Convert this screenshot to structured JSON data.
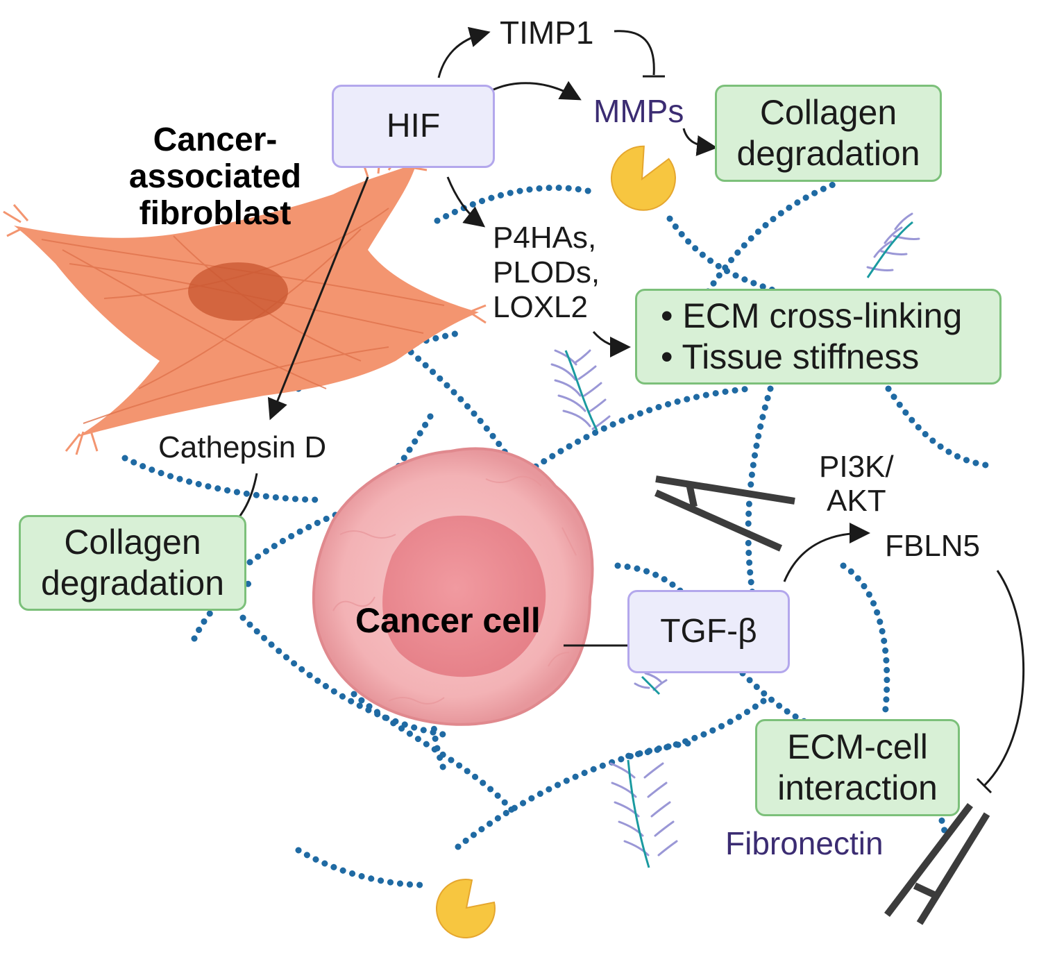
{
  "colors": {
    "collagen": "#1f6aa3",
    "fibroblast": "#f39570",
    "cancer_cell": "#f0a4a8",
    "enzyme": "#f7c640",
    "fibronectin": "#8a86cf",
    "green_box": "#d8f0d6",
    "purple_box": "#ececfb"
  },
  "labels": {
    "caf_line1": "Cancer-",
    "caf_line2": "associated",
    "caf_line3": "fibroblast",
    "timp1": "TIMP1",
    "mmps": "MMPs",
    "p4has": "P4HAs,",
    "plods": "PLODs,",
    "loxl2": "LOXL2",
    "cathepsin": "Cathepsin D",
    "cancer_cell": "Cancer cell",
    "pi3k": "PI3K/",
    "akt": "AKT",
    "fbln5": "FBLN5",
    "fibronectin": "Fibronectin"
  },
  "boxes": {
    "hif": "HIF",
    "tgf": "TGF-β",
    "collagen_top_line1": "Collagen",
    "collagen_top_line2": "degradation",
    "crosslink_line1": "• ECM cross-linking",
    "crosslink_line2": "• Tissue stiffness",
    "collagen_left_line1": "Collagen",
    "collagen_left_line2": "degradation",
    "ecm_cell_line1": "ECM-cell",
    "ecm_cell_line2": "interaction"
  },
  "icons": [
    "fibroblast-cell-icon",
    "cancer-cell-icon",
    "mmp-enzyme-icon",
    "integrin-receptor-icon",
    "fibronectin-fiber-icon",
    "collagen-fiber-icon"
  ]
}
